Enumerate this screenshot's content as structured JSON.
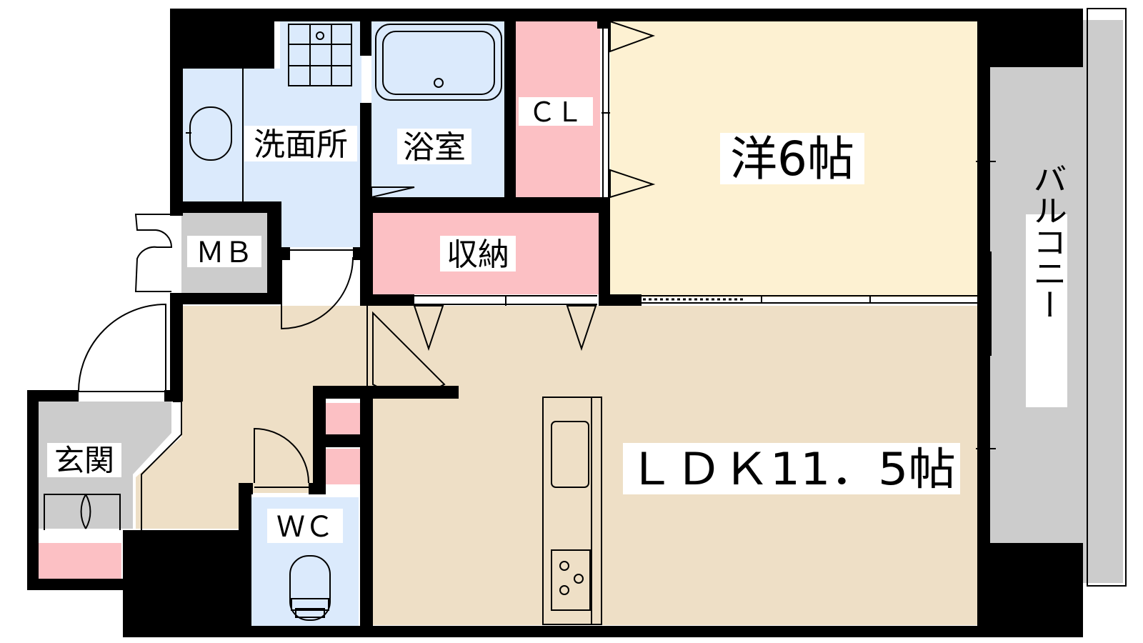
{
  "rooms": {
    "washroom": {
      "label": "洗面所"
    },
    "bathroom": {
      "label": "浴室"
    },
    "closet": {
      "label": "ＣＬ"
    },
    "western_room": {
      "label": "洋6帖"
    },
    "storage": {
      "label": "収納"
    },
    "meter_box": {
      "label": "ＭＢ"
    },
    "entrance": {
      "label": "玄関"
    },
    "toilet": {
      "label": "ＷＣ"
    },
    "ldk": {
      "label": "ＬＤＫ11．5帖"
    },
    "balcony": {
      "label": "バルコニー"
    }
  },
  "colors": {
    "wall": "#000000",
    "wet_area": "#dbeafc",
    "storage": "#fcc0c4",
    "western_room": "#fdf1d2",
    "ldk": "#eedfc6",
    "balcony": "#cccccc",
    "meter_box": "#cccccc"
  }
}
